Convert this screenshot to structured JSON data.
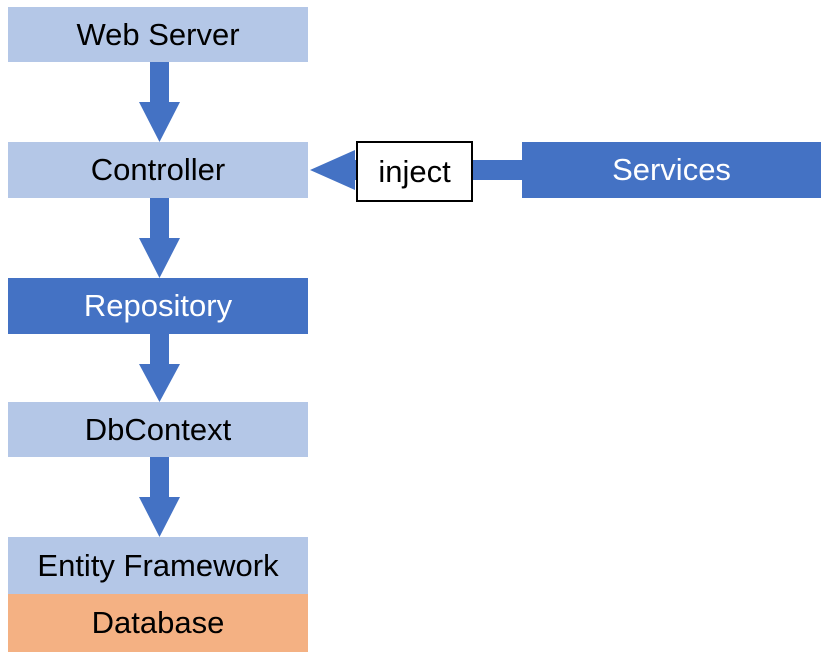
{
  "nodes": {
    "web_server": "Web Server",
    "controller": "Controller",
    "repository": "Repository",
    "dbcontext": "DbContext",
    "entity_framework": "Entity Framework",
    "database": "Database",
    "services": "Services",
    "inject": "inject"
  },
  "colors": {
    "light_blue": "#b4c7e7",
    "dark_blue": "#4472c4",
    "orange": "#f4b183",
    "arrow": "#4472c4"
  }
}
